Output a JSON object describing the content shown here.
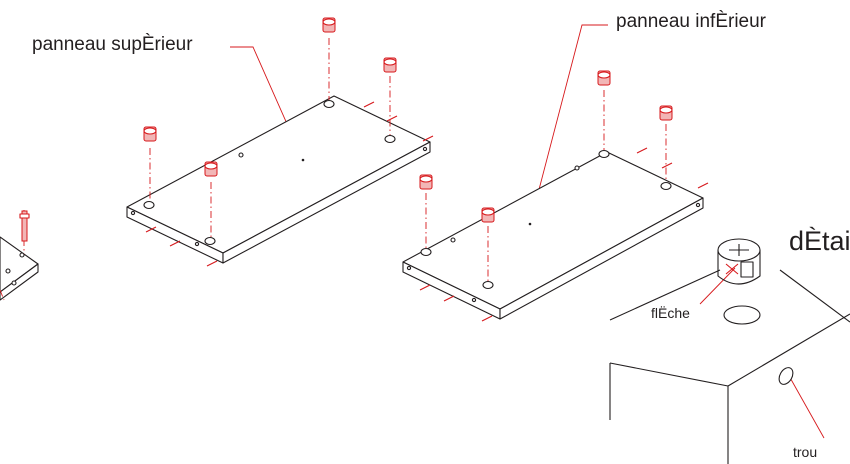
{
  "labels": {
    "top_panel": "panneau supÈrieur",
    "bottom_panel": "panneau infÈrieur",
    "detail": "dÈtail",
    "arrow": "flËche",
    "hole": "trou"
  },
  "colors": {
    "outline": "#231f20",
    "hardware": "#d7191c",
    "background": "#ffffff"
  }
}
